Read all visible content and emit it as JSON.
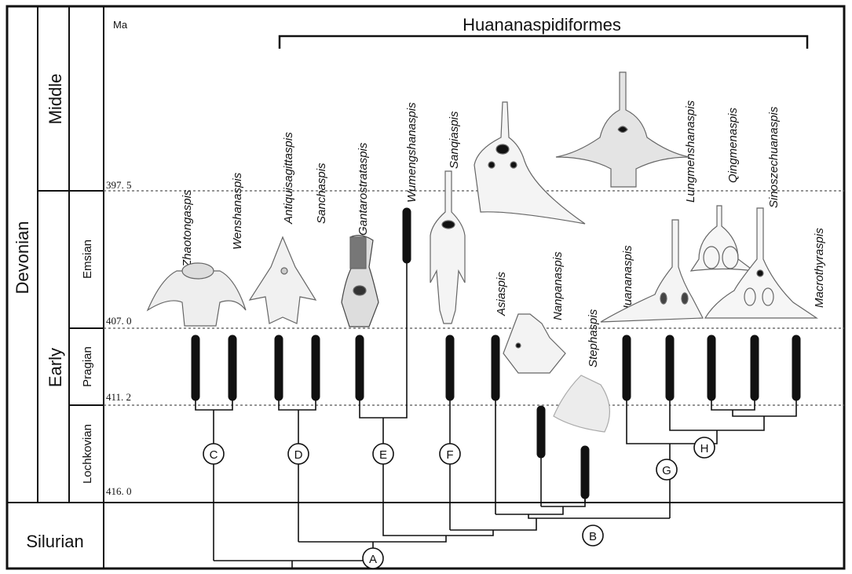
{
  "units": "Ma",
  "group_label": "Huananaspidiformes",
  "periods": {
    "devonian": "Devonian",
    "silurian": "Silurian"
  },
  "epochs": {
    "middle": "Middle",
    "early": "Early"
  },
  "stages": {
    "emsian": "Emsian",
    "pragian": "Pragian",
    "lochkovian": "Lochkovian"
  },
  "ages": {
    "a1": "397. 5",
    "a2": "407. 0",
    "a3": "411. 2",
    "a4": "416. 0"
  },
  "taxa": [
    "Zhaotongaspis",
    "Wenshanaspis",
    "Antiquisagittaspis",
    "Sanchaspis",
    "Gantarostrataspis",
    "Wumengshanaspis",
    "Sanqiaspis",
    "Asiaspis",
    "Nanpanaspis",
    "Stephaspis",
    "Huananaspis",
    "Lungmenshanaspis",
    "Qingmenaspis",
    "Sinoszechuanaspis",
    "Macrothyraspis"
  ],
  "nodes": [
    "A",
    "B",
    "C",
    "D",
    "E",
    "F",
    "G",
    "H"
  ]
}
